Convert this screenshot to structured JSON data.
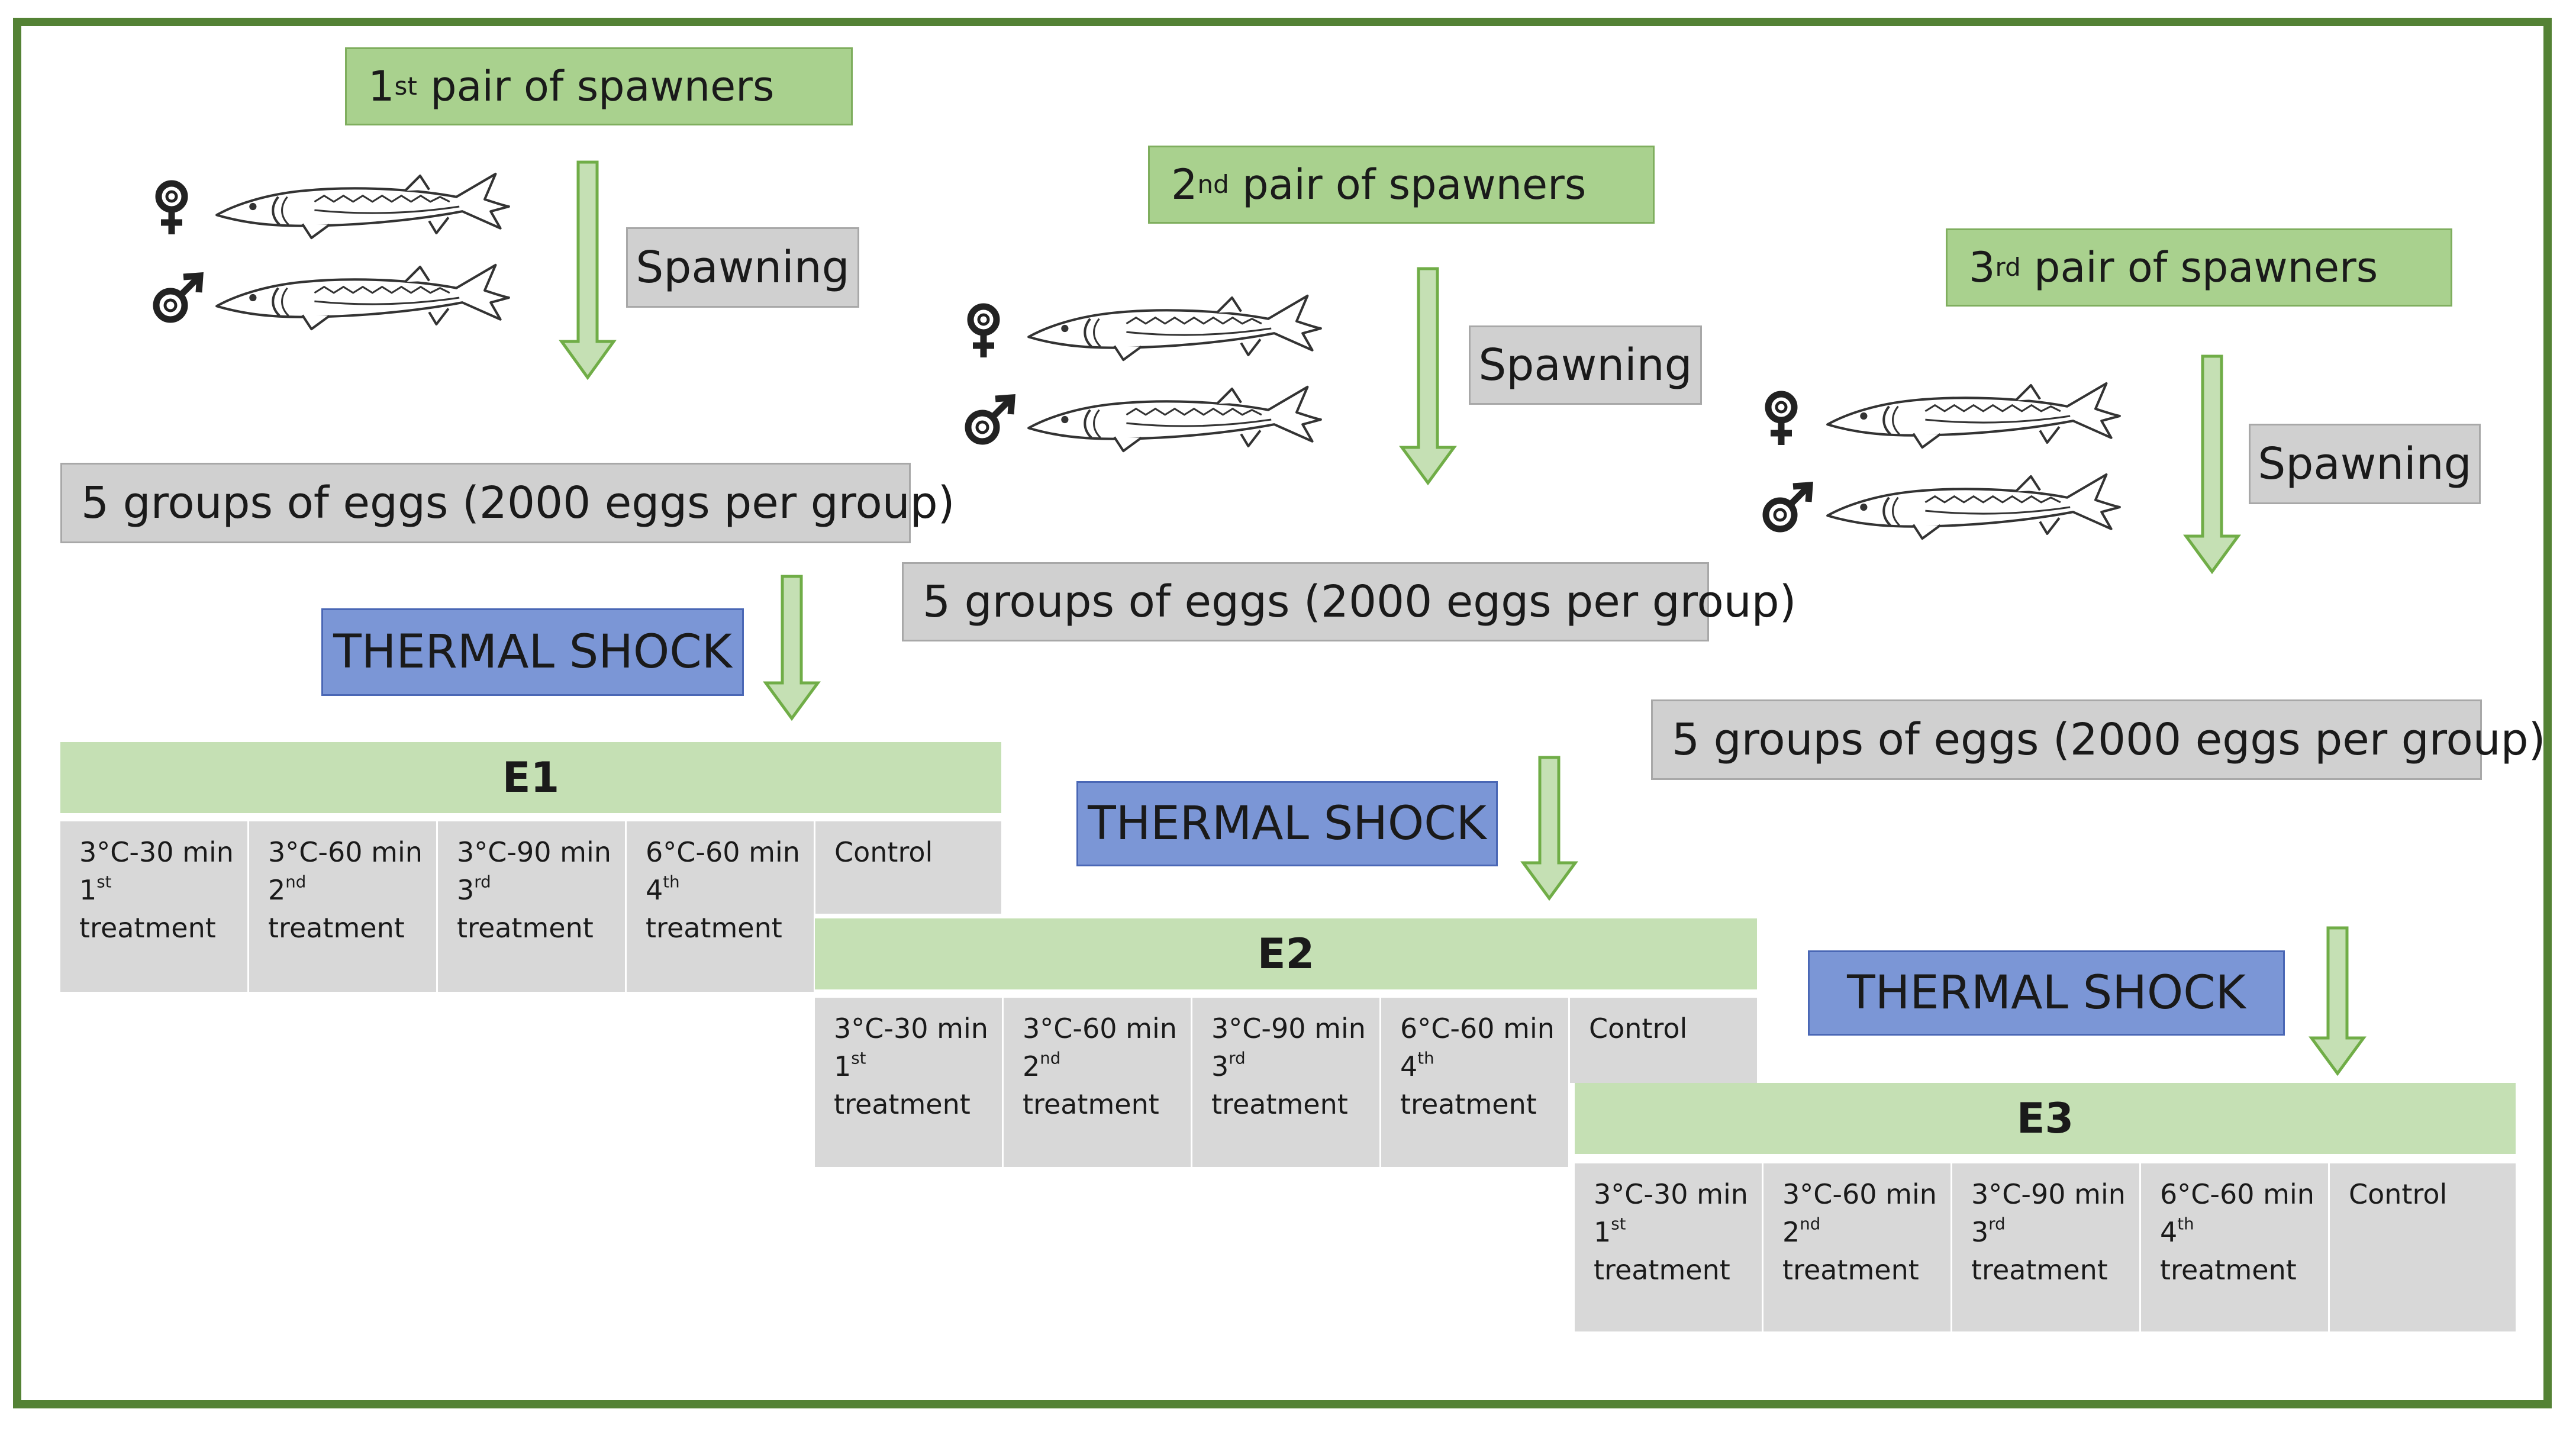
{
  "spawner_pairs": [
    {
      "ordinal": "1",
      "suffix": "st",
      "label": "pair of spawners"
    },
    {
      "ordinal": "2",
      "suffix": "nd",
      "label": "pair of spawners"
    },
    {
      "ordinal": "3",
      "suffix": "rd",
      "label": "pair of spawners"
    }
  ],
  "spawning_label": "Spawning",
  "eggs_label": "5 groups of eggs (2000 eggs per group)",
  "thermal_shock_label": "THERMAL SHOCK",
  "female_symbol": "♀",
  "male_symbol": "♂",
  "experiments": [
    {
      "name": "E1"
    },
    {
      "name": "E2"
    },
    {
      "name": "E3"
    }
  ],
  "treatments": [
    {
      "condition": "3°C-30 min",
      "ordinal": "1",
      "suffix": "st",
      "word": "treatment"
    },
    {
      "condition": "3°C-60 min",
      "ordinal": "2",
      "suffix": "nd",
      "word": "treatment"
    },
    {
      "condition": "3°C-90 min",
      "ordinal": "3",
      "suffix": "rd",
      "word": "treatment"
    },
    {
      "condition": "6°C-60 min",
      "ordinal": "4",
      "suffix": "th",
      "word": "treatment"
    }
  ],
  "control_label": "Control",
  "colors": {
    "frame": "#548235",
    "pair_box": "#a9d18e",
    "gray_box": "#d0d0d0",
    "thermal_box": "#7b96d6",
    "experiment_header": "#c5e0b4",
    "arrow_fill": "#c5e0b4",
    "arrow_stroke": "#70ad47"
  }
}
